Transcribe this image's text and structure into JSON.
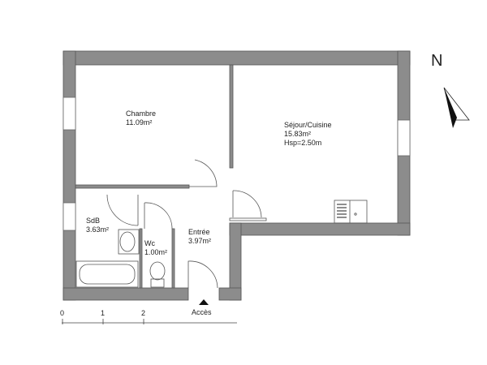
{
  "rooms": [
    {
      "name": "Chambre",
      "area": "11.09m²"
    },
    {
      "name": "Séjour/Cuisine",
      "area": "15.83m²",
      "height": "Hsp=2.50m"
    },
    {
      "name": "SdB",
      "area": "3.63m²"
    },
    {
      "name": "Wc",
      "area": "1.00m²"
    },
    {
      "name": "Entrée",
      "area": "3.97m²"
    }
  ],
  "entrance_label": "Accès",
  "north_label": "N",
  "scale_ticks": [
    "0",
    "1",
    "2"
  ],
  "colors": {
    "wall": "#8c8c8c",
    "background": "#ffffff"
  }
}
